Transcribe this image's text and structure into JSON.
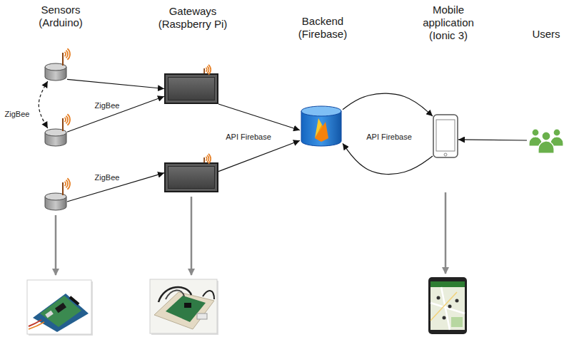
{
  "diagram": {
    "nodes": [
      {
        "text": [
          "Sensors (Arduino)"
        ]
      },
      {
        "text": []
      },
      {
        "text": []
      },
      {
        "text": [
          "Gateways (Raspberry Pi)"
        ]
      },
      {
        "text": []
      },
      {
        "text": [
          "Backend (Firebase)"
        ]
      },
      {
        "text": [
          "Mobile application (Ionic 3)"
        ]
      },
      {
        "text": [
          "Users"
        ]
      }
    ],
    "edges": [
      {
        "from": 0,
        "to": 3,
        "arrow": "to",
        "label": "ZigBee"
      },
      {
        "from": 1,
        "to": 3,
        "arrow": "to"
      },
      {
        "from": 0,
        "to": 1,
        "arrow": "both",
        "label": "ZigBee"
      },
      {
        "from": 2,
        "to": 4,
        "arrow": "to",
        "label": "ZigBee"
      },
      {
        "from": 3,
        "to": 5,
        "arrow": "to"
      },
      {
        "from": 4,
        "to": 5,
        "arrow": "to"
      },
      {
        "from": 5,
        "to": 6,
        "arrow": "to"
      },
      {
        "from": 6,
        "to": 5,
        "arrow": "to"
      },
      {
        "from": 7,
        "to": 6,
        "arrow": "to"
      }
    ],
    "labels": [
      "API Firebase",
      "API Firebase"
    ]
  }
}
